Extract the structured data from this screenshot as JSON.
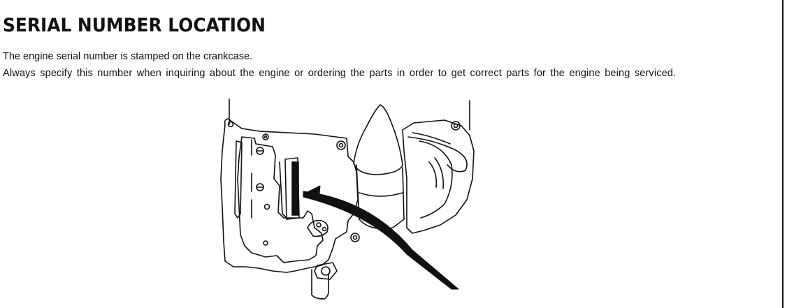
{
  "section": {
    "title": "SERIAL NUMBER LOCATION",
    "paragraphs": [
      "The engine serial number is stamped on the crankcase.",
      "Always specify this number when inquiring about the engine or ordering the parts in order to get correct parts for the engine being serviced."
    ]
  },
  "figure": {
    "subject": "engine-crankcase-illustration",
    "callout_icon": "arrow-icon",
    "ink_color": "#111111",
    "paper_color": "#ffffff"
  }
}
